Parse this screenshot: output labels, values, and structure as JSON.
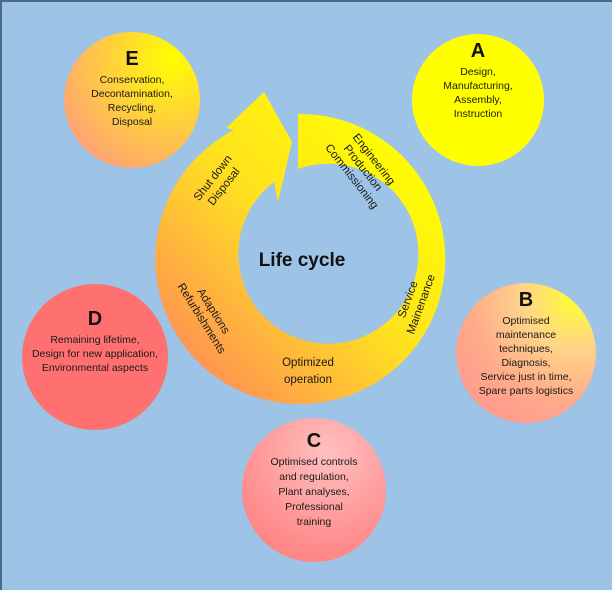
{
  "diagram": {
    "center_title": "Life cycle",
    "ring_labels": {
      "engineering": [
        "Engineering",
        "Production",
        "Commissioning"
      ],
      "service": [
        "Service",
        "Mainenance"
      ],
      "operation": [
        "Optimized",
        "operation"
      ],
      "adaptions": [
        "Adaptions",
        "Refurbishments"
      ],
      "shutdown": [
        "Shut down",
        "Disposal"
      ]
    },
    "bubbles": {
      "A": {
        "letter": "A",
        "lines": [
          "Design,",
          "Manufacturing,",
          "Assembly,",
          "Instruction"
        ]
      },
      "B": {
        "letter": "B",
        "lines": [
          "Optimised",
          "maintenance",
          "techniques,",
          "Diagnosis,",
          "Service just in time,",
          "Spare parts logistics"
        ]
      },
      "C": {
        "letter": "C",
        "lines": [
          "Optimised controls",
          "and regulation,",
          "Plant analyses,",
          "Professional",
          "training"
        ]
      },
      "D": {
        "letter": "D",
        "lines": [
          "Remaining lifetime,",
          "Design for new application,",
          "Environmental aspects"
        ]
      },
      "E": {
        "letter": "E",
        "lines": [
          "Conservation,",
          "Decontamination,",
          "Recycling,",
          "Disposal"
        ]
      }
    },
    "colors": {
      "background": "#9dc3e6",
      "yellow": "#ffff00",
      "orange": "#ffa040",
      "salmon": "#ff7070"
    }
  }
}
